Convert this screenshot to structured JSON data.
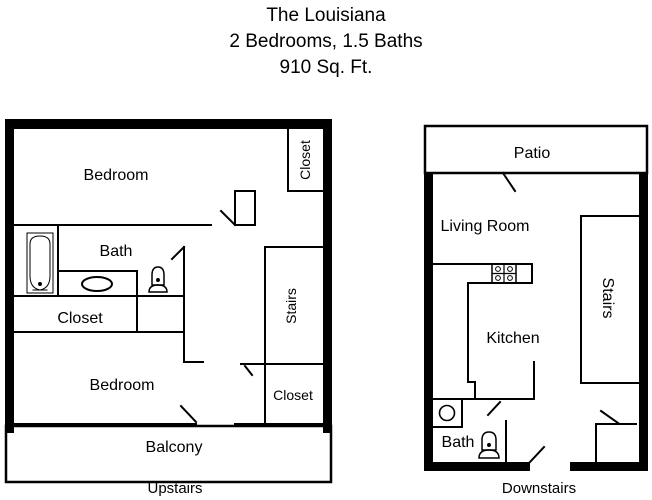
{
  "header": {
    "title": "The Louisiana",
    "bedrooms_baths": "2 Bedrooms, 1.5 Baths",
    "area": "910 Sq. Ft."
  },
  "upstairs": {
    "caption": "Upstairs",
    "rooms": {
      "bedroom_top": "Bedroom",
      "closet_top": "Closet",
      "bath": "Bath",
      "closet_mid": "Closet",
      "stairs": "Stairs",
      "bedroom_bottom": "Bedroom",
      "closet_bottom": "Closet",
      "balcony": "Balcony"
    },
    "fixtures": [
      "bathtub-icon",
      "sink-icon",
      "toilet-icon"
    ]
  },
  "downstairs": {
    "caption": "Downstairs",
    "rooms": {
      "patio": "Patio",
      "living_room": "Living Room",
      "kitchen": "Kitchen",
      "stairs": "Stairs",
      "bath": "Bath"
    },
    "fixtures": [
      "stove-icon",
      "sink-icon",
      "toilet-icon"
    ]
  },
  "colors": {
    "wall": "#000000",
    "background": "#ffffff"
  }
}
